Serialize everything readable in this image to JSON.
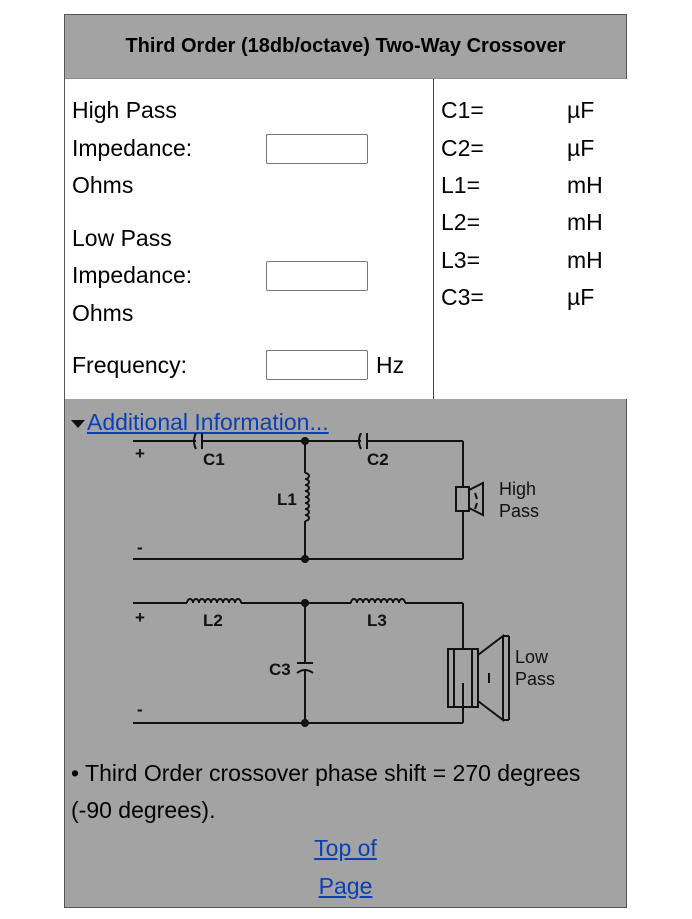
{
  "title": "Third Order (18db/octave) Two-Way Crossover",
  "inputs": {
    "high_pass_label": "High Pass",
    "impedance_label_1": "Impedance:",
    "ohms_label_1": "Ohms",
    "low_pass_label": "Low Pass",
    "impedance_label_2": "Impedance:",
    "ohms_label_2": "Ohms",
    "frequency_label": "Frequency:",
    "frequency_unit": "Hz",
    "high_pass_value": "",
    "low_pass_value": "",
    "frequency_value": ""
  },
  "results": [
    {
      "name": "C1=",
      "unit": "µF"
    },
    {
      "name": "C2=",
      "unit": "µF"
    },
    {
      "name": "L1=",
      "unit": "mH"
    },
    {
      "name": "L2=",
      "unit": "mH"
    },
    {
      "name": "L3=",
      "unit": "mH"
    },
    {
      "name": "C3=",
      "unit": "µF"
    }
  ],
  "info": {
    "summary_label": "Additional Information...",
    "diagram_labels": {
      "plus_top": "+",
      "minus_top": "-",
      "plus_bottom": "+",
      "minus_bottom": "-",
      "c1": "C1",
      "c2": "C2",
      "l1": "L1",
      "l2": "L2",
      "l3": "L3",
      "c3": "C3",
      "high": "High",
      "pass_high": "Pass",
      "low": "Low",
      "pass_low": "Pass"
    },
    "note": "• Third Order crossover phase shift = 270 degrees (-90 degrees).",
    "top_link_line1": "Top of",
    "top_link_line2": "Page"
  },
  "colors": {
    "header_bg": "#a3a3a3",
    "info_bg": "#a3a3a3",
    "link": "#0b3fb7"
  }
}
